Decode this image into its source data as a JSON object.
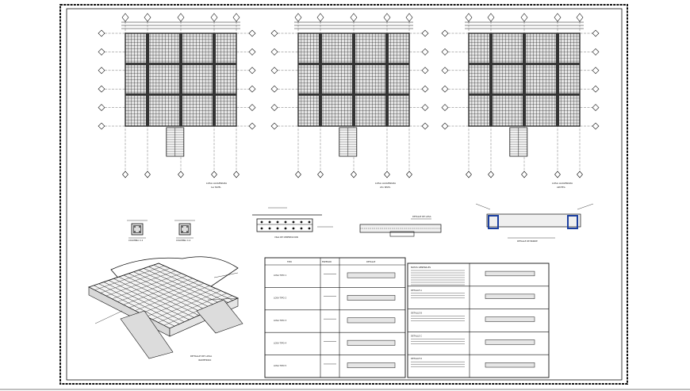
{
  "sheet": {
    "title": "Structural slab plans and details",
    "background": "#ffffff",
    "line_color": "#111111",
    "accent_color": "#1b3fa0",
    "bottom_bar_color": "#9a9a9a"
  },
  "plans": [
    {
      "caption": "LOSA ALIGERADA",
      "subcaption": "1er NIVEL"
    },
    {
      "caption": "LOSA ALIGERADA",
      "subcaption": "2do NIVEL"
    },
    {
      "caption": "LOSA ALIGERADA",
      "subcaption": "AZOTEA"
    }
  ],
  "details": {
    "column_a": "COLUMNA C-1",
    "column_b": "COLUMNA C-2",
    "beam_section": "VIGA DE CIMENTACION",
    "slab_section": "DETALLE DE LOSA",
    "blue_section": "DETALLE DE BORDE",
    "iso_caption": "DETALLE DE LOSA",
    "iso_subcaption": "ISOMETRICO"
  },
  "table_left": {
    "headers": [
      "TIPO",
      "ESPESOR",
      "DETALLE"
    ],
    "rows": [
      "LOSA TIPO 1",
      "LOSA TIPO 2",
      "LOSA TIPO 3",
      "LOSA TIPO 4",
      "LOSA TIPO 5"
    ]
  },
  "table_right": {
    "rows": [
      "NOTAS GENERALES",
      "DETALLE A",
      "DETALLE B",
      "DETALLE C",
      "DETALLE D"
    ]
  }
}
